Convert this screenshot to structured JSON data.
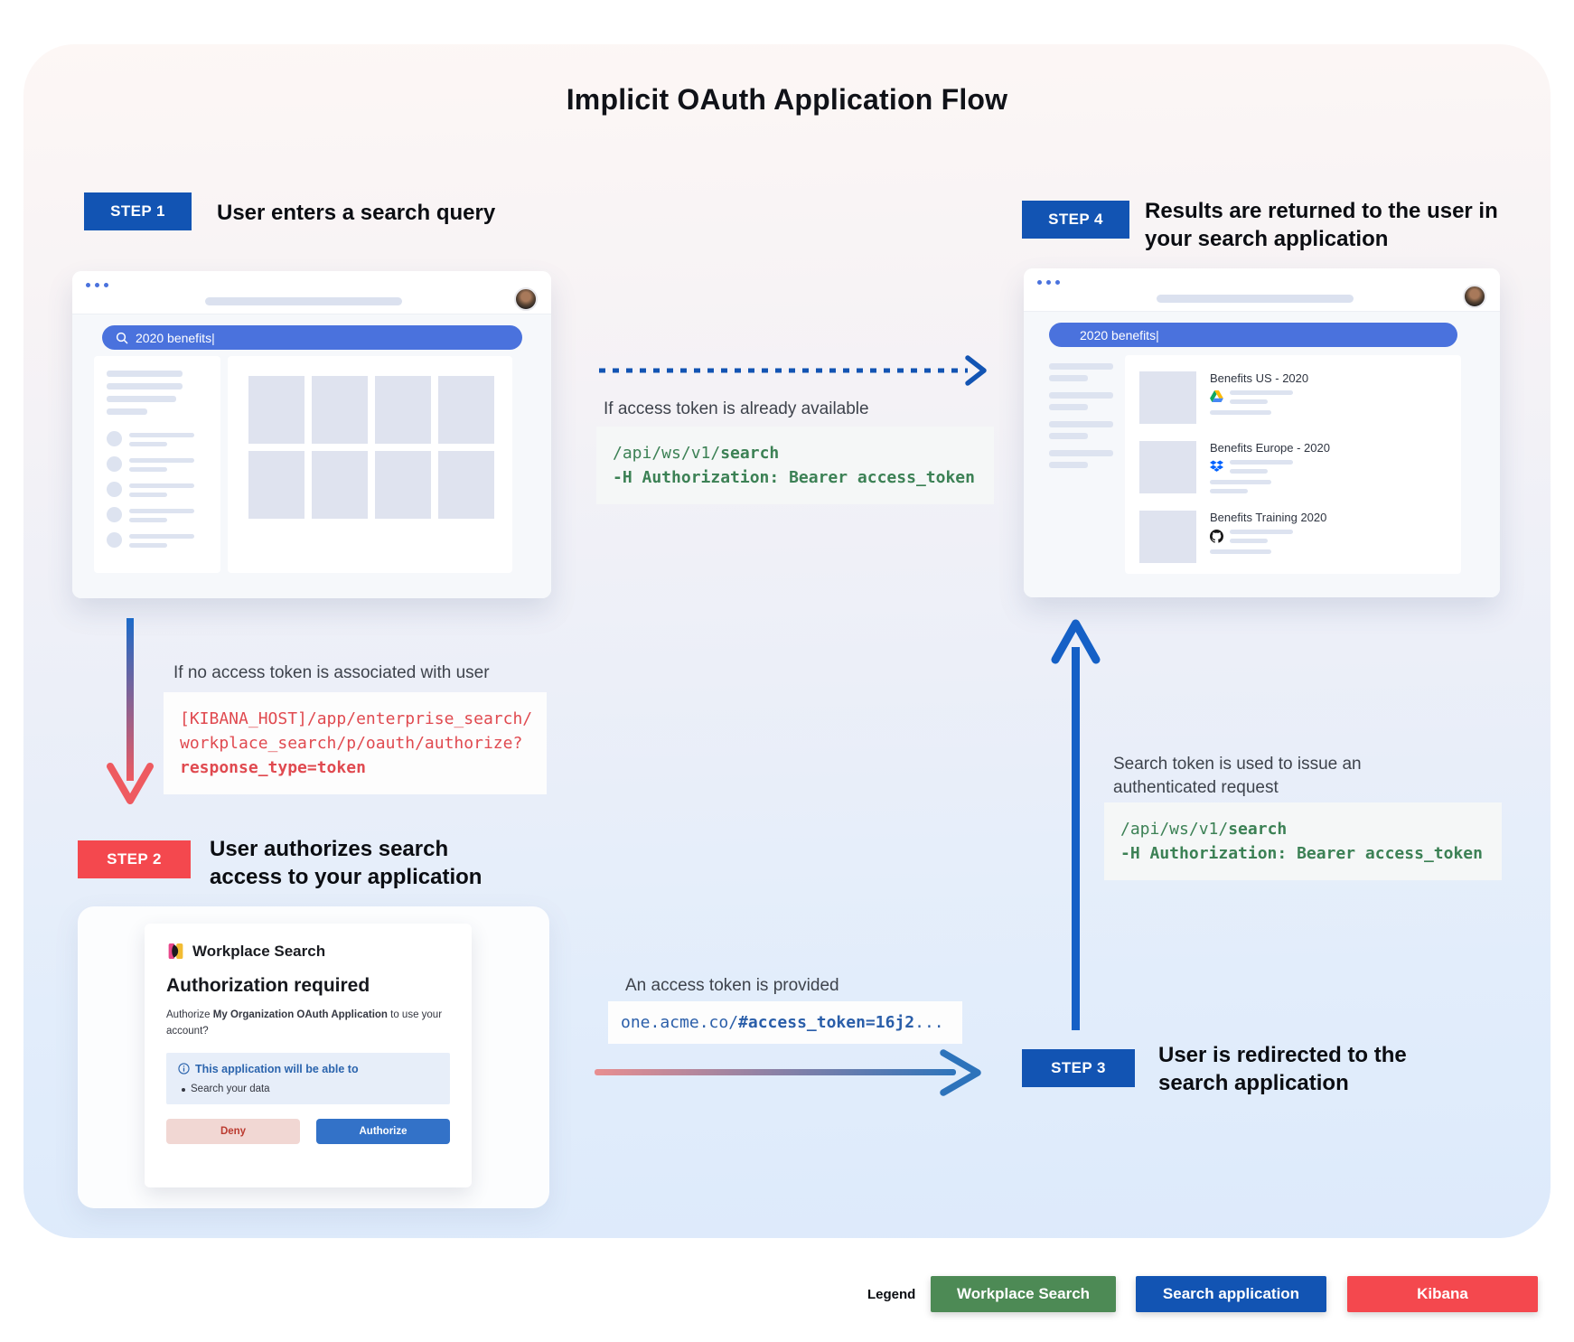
{
  "title": "Implicit OAuth Application Flow",
  "colors": {
    "step_blue": "#1254b3",
    "step_red": "#f4484e",
    "search_pill_blue": "#4a72dd",
    "code_green": "#3c8155",
    "code_red": "#e04a50",
    "code_blue": "#2a5ea9",
    "legend_green": "#4d8a55",
    "legend_blue": "#1254b3",
    "legend_red": "#f4484e"
  },
  "step1": {
    "badge": "STEP 1",
    "label": "User enters a search query"
  },
  "step2": {
    "badge": "STEP 2",
    "label": "User authorizes search access to your application"
  },
  "step3": {
    "badge": "STEP 3",
    "label": "User is redirected to the search application"
  },
  "step4": {
    "badge": "STEP 4",
    "label": "Results are returned to the user in your search application"
  },
  "browser1": {
    "search_query": "2020 benefits|"
  },
  "browser4": {
    "search_query": "2020 benefits|",
    "results": [
      {
        "title": "Benefits US - 2020",
        "source_icon": "google-drive-icon"
      },
      {
        "title": "Benefits Europe - 2020",
        "source_icon": "dropbox-icon"
      },
      {
        "title": "Benefits Training 2020",
        "source_icon": "github-icon"
      }
    ]
  },
  "edges": {
    "token_available": {
      "label": "If access token is already available",
      "code_line1_normal": "/api/ws/v1/",
      "code_line1_bold": "search",
      "code_line2_bold": "-H Authorization: Bearer access_token"
    },
    "no_token": {
      "label": "If no access token is associated with user",
      "code_line1": "[KIBANA_HOST]/app/enterprise_search/",
      "code_line2": "workplace_search/p/oauth/authorize?",
      "code_line3_bold": "response_type=token"
    },
    "token_provided": {
      "label": "An access token is provided",
      "code_normal": "one.acme.co/",
      "code_bold": "#access_token=16j2",
      "code_trail": "..."
    },
    "authenticated_request": {
      "label": "Search token is used to issue an authenticated request",
      "code_line1_normal": "/api/ws/v1/",
      "code_line1_bold": "search",
      "code_line2_bold": "-H Authorization: Bearer access_token"
    }
  },
  "dialog": {
    "brand": "Workplace Search",
    "heading": "Authorization required",
    "body_pre": "Authorize ",
    "body_bold": "My Organization OAuth Application",
    "body_post": " to use your account?",
    "scope_heading": "This application will be able to",
    "scope_item": "Search your data",
    "deny_label": "Deny",
    "authorize_label": "Authorize"
  },
  "legend": {
    "label": "Legend",
    "items": [
      {
        "label": "Workplace Search",
        "color": "#4d8a55"
      },
      {
        "label": "Search application",
        "color": "#1254b3"
      },
      {
        "label": "Kibana",
        "color": "#f4484e"
      }
    ]
  }
}
